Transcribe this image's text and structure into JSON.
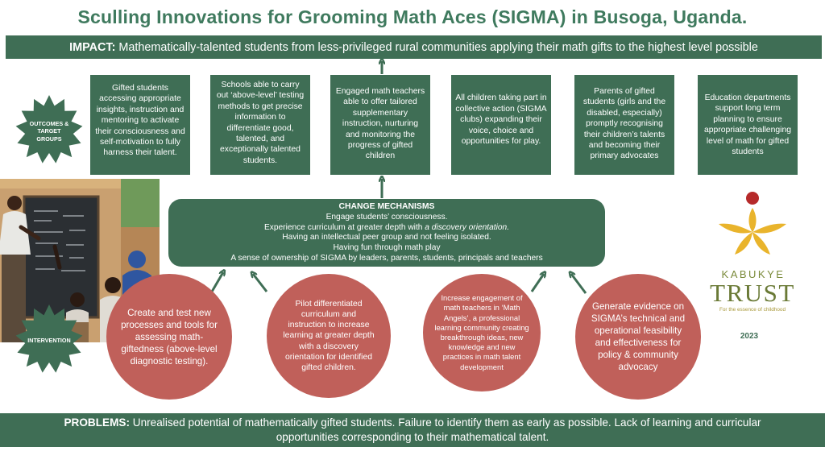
{
  "title": "Sculling Innovations for Grooming Math Aces (SIGMA) in Busoga, Uganda.",
  "impact": {
    "label": "IMPACT:",
    "text": "Mathematically-talented students from less-privileged rural communities applying their math gifts to the highest level possible"
  },
  "outcomes_label": "OUTCOMES & TARGET GROUPS",
  "outcomes": [
    "Gifted students accessing appropriate insights, instruction and mentoring to activate their consciousness and self-motivation to fully harness their talent.",
    "Schools able to carry out ‘above-level’ testing methods to get precise information to differentiate good, talented, and exceptionally talented students.",
    "Engaged math teachers able to offer tailored supplementary instruction, nurturing and monitoring the progress of gifted children",
    "All children taking part in collective action (SIGMA clubs) expanding their voice, choice and opportunities for play.",
    "Parents of gifted students (girls and the disabled, especially) promptly recognising their children’s talents and becoming their primary advocates",
    "Education departments support long term planning to ensure appropriate challenging level of math for gifted students"
  ],
  "change": {
    "title": "CHANGE MECHANISMS",
    "line1": "Engage students’ consciousness.",
    "line2_pre": "Experience curriculum at greater depth with ",
    "line2_em": "a discovery orientation.",
    "line3": "Having an intellectual peer group and not feeling isolated.",
    "line4": "Having fun through math play",
    "line5": "A sense of ownership of SIGMA by leaders, parents, students, principals and teachers"
  },
  "intervention_label": "INTERVENTION",
  "interventions": [
    "Create and test new processes and tools for assessing math-giftedness (above-level diagnostic testing).",
    "Pilot differentiated curriculum and instruction to increase learning at greater depth with a discovery orientation for identified gifted children.",
    "Increase engagement of math teachers in ‘Math Angels’, a professional learning community creating breakthrough ideas, new knowledge and new practices in math talent development",
    "Generate evidence on SIGMA’s technical and operational feasibility and effectiveness for policy & community advocacy"
  ],
  "logo": {
    "name1": "KABUKYE",
    "name2": "TRUST",
    "tagline": "For the essence of childhood",
    "year": "2023"
  },
  "problems": {
    "label": "PROBLEMS:",
    "text": "Unrealised potential of mathematically gifted students. Failure to identify them as early as possible. Lack of learning and curricular opportunities corresponding to their mathematical talent."
  },
  "colors": {
    "green": "#3f6e55",
    "title_green": "#3f7a5e",
    "coral": "#c0605a",
    "logo_gold": "#e9b42c",
    "logo_red": "#b62a2a",
    "logo_olive": "#6a7a36"
  }
}
